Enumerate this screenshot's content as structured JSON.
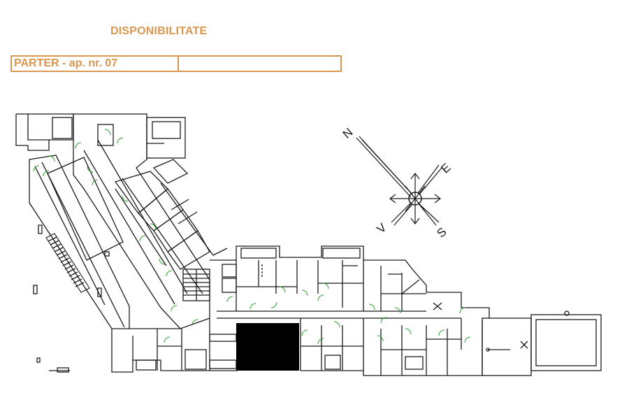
{
  "header": {
    "title": "DISPONIBILITATE",
    "floor_label": "PARTER  - ap. nr. 07",
    "status_value": ""
  },
  "compass": {
    "north": "N",
    "east": "E",
    "south": "S",
    "west": "V"
  },
  "colors": {
    "accent": "#d9964f",
    "walls": "#1a1a1a",
    "doors": "#2aa02a",
    "highlight": "#000000"
  },
  "plan": {
    "highlighted_unit": "ap. nr. 07"
  }
}
